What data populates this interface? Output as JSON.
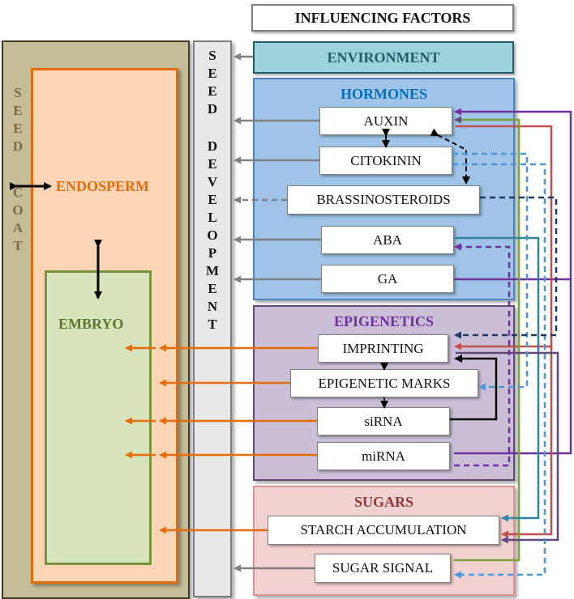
{
  "title": "INFLUENCING FACTORS",
  "environment": "ENVIRONMENT",
  "seed_coat_letters": [
    "S",
    "E",
    "E",
    "D",
    "C",
    "O",
    "A",
    "T"
  ],
  "endosperm": "ENDOSPERM",
  "embryo": "EMBRYO",
  "seed_development_letters": [
    "S",
    "E",
    "E",
    "D",
    "D",
    "E",
    "V",
    "E",
    "L",
    "O",
    "P",
    "M",
    "E",
    "N",
    "T"
  ],
  "hormones": {
    "title": "HORMONES",
    "items": [
      "AUXIN",
      "CITOKININ",
      "BRASSINOSTEROIDS",
      "ABA",
      "GA"
    ]
  },
  "epigenetics": {
    "title": "EPIGENETICS",
    "items": [
      "IMPRINTING",
      "EPIGENETIC MARKS",
      "siRNA",
      "miRNA"
    ]
  },
  "sugars": {
    "title": "SUGARS",
    "items": [
      "STARCH ACCUMULATION",
      "SUGAR SIGNAL"
    ]
  },
  "colors": {
    "gray_arrow": "#808080",
    "orange_arrow": "#e46c0a",
    "auxin_line": "#c0504d",
    "citokinin_line": "#4f94d4",
    "brassinosteroids_line": "#1f3864",
    "aba_line": "#31849b",
    "ga_line": "#7030a0",
    "sugar_signal_line": "#77a33c",
    "epigenetic_line": "#5f497a"
  }
}
